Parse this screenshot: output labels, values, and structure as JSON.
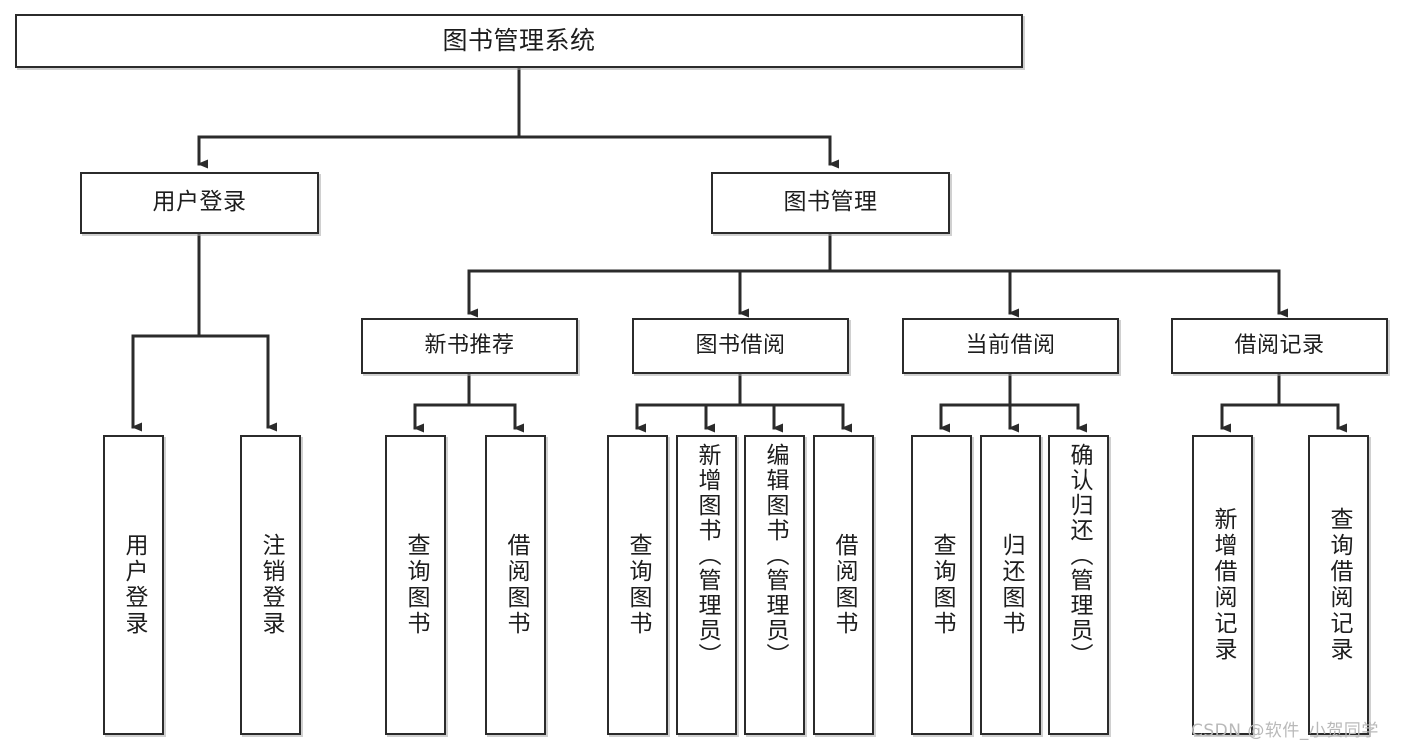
{
  "diagram": {
    "title": "图书管理系统",
    "type": "tree-hierarchy",
    "orientation": "top-down",
    "colors": {
      "border": "#2b2b2b",
      "fill": "#ffffff",
      "connector": "#2b2b2b",
      "background": "#ffffff",
      "watermark": "#b9b9b9"
    },
    "root": {
      "label": "图书管理系统"
    },
    "level1": [
      {
        "label": "用户登录"
      },
      {
        "label": "图书管理"
      }
    ],
    "level2": [
      {
        "label": "新书推荐"
      },
      {
        "label": "图书借阅"
      },
      {
        "label": "当前借阅"
      },
      {
        "label": "借阅记录"
      }
    ],
    "leaves": {
      "user_login": [
        {
          "label": "用户登录"
        },
        {
          "label": "注销登录"
        }
      ],
      "new_book_recommend": [
        {
          "label": "查询图书"
        },
        {
          "label": "借阅图书"
        }
      ],
      "book_borrow": [
        {
          "label": "查询图书"
        },
        {
          "label": "新增图书（管理员）"
        },
        {
          "label": "编辑图书（管理员）"
        },
        {
          "label": "借阅图书"
        }
      ],
      "current_borrow": [
        {
          "label": "查询图书"
        },
        {
          "label": "归还图书"
        },
        {
          "label": "确认归还（管理员）"
        }
      ],
      "borrow_record": [
        {
          "label": "新增借阅记录"
        },
        {
          "label": "查询借阅记录"
        }
      ]
    }
  },
  "watermark": {
    "text": "CSDN @软件_小贺同学"
  }
}
